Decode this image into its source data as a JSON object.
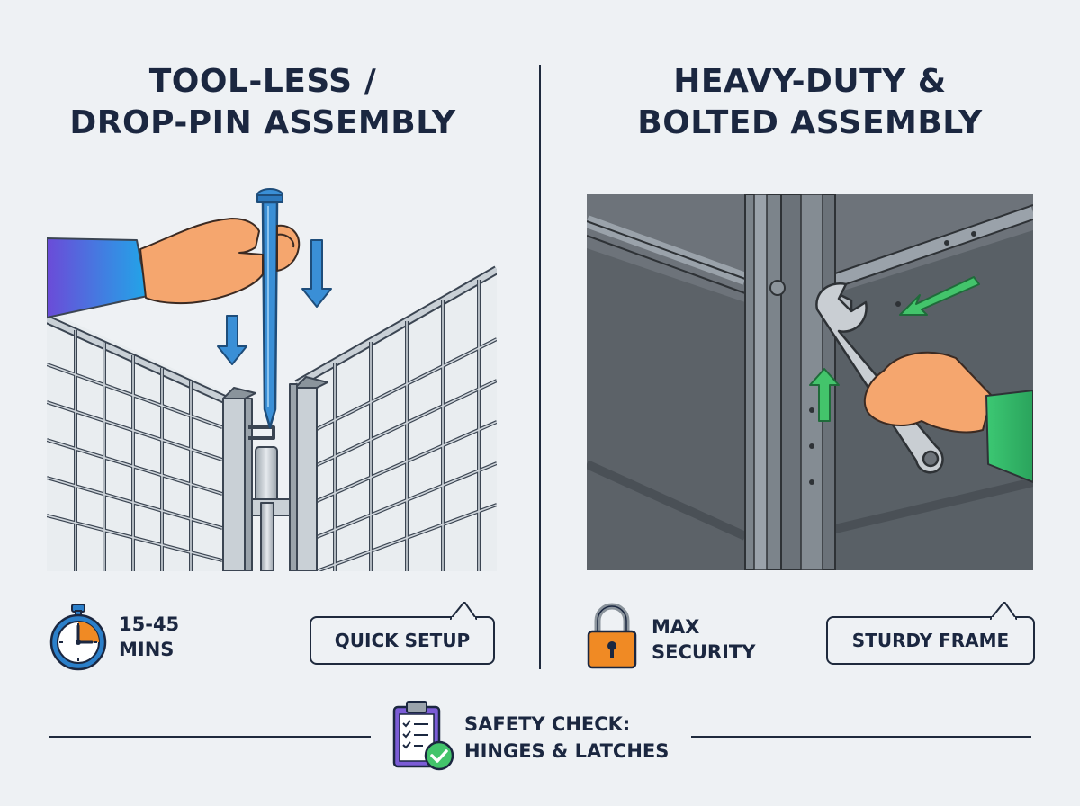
{
  "left": {
    "title_line1": "TOOL-LESS /",
    "title_line2": "DROP-PIN ASSEMBLY",
    "time_line1": "15-45",
    "time_line2": "MINS",
    "callout": "QUICK SETUP",
    "icons": [
      "stopwatch-icon"
    ]
  },
  "right": {
    "title_line1": "HEAVY-DUTY &",
    "title_line2": "BOLTED ASSEMBLY",
    "security_line1": "MAX",
    "security_line2": "SECURITY",
    "callout": "STURDY FRAME",
    "icons": [
      "padlock-icon"
    ]
  },
  "footer": {
    "line1": "SAFETY CHECK:",
    "line2": "HINGES & LATCHES",
    "icons": [
      "clipboard-check-icon"
    ]
  },
  "colors": {
    "navy": "#1b2740",
    "blue_pin": "#3a8fd6",
    "orange": "#f08a24",
    "green": "#43c46b",
    "steel_dark": "#5c6268",
    "background": "#eef1f4"
  }
}
